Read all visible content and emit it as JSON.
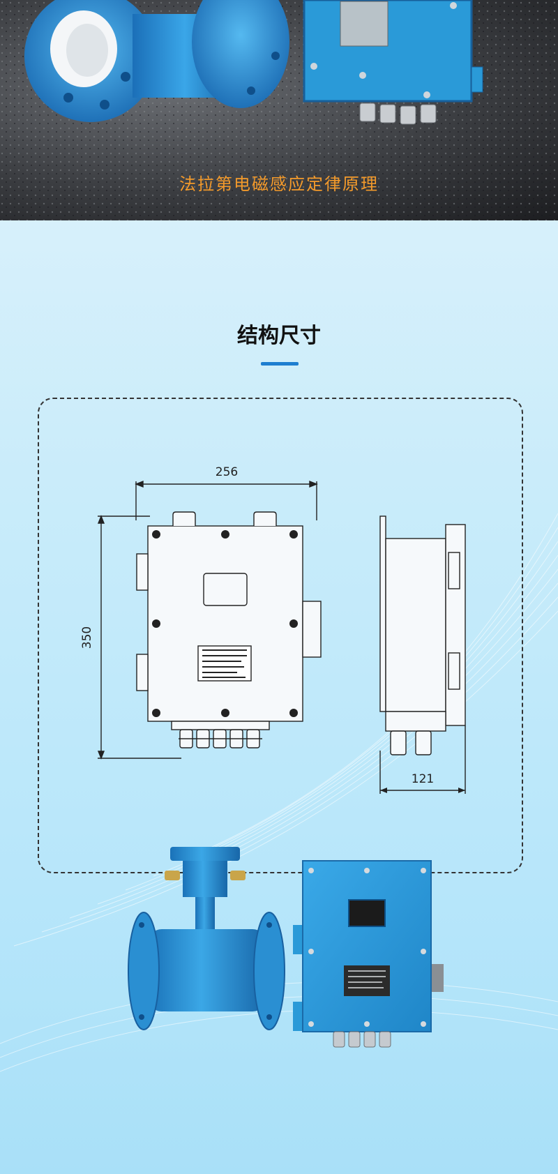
{
  "banner": {
    "caption": "法拉第电磁感应定律原理"
  },
  "section": {
    "title": "结构尺寸",
    "accent_color": "#1e7ed0"
  },
  "drawing": {
    "width_label": "256",
    "height_label": "350",
    "depth_label": "121"
  },
  "colors": {
    "product_blue": "#2a9ad8",
    "caption_orange": "#f39a2b"
  }
}
